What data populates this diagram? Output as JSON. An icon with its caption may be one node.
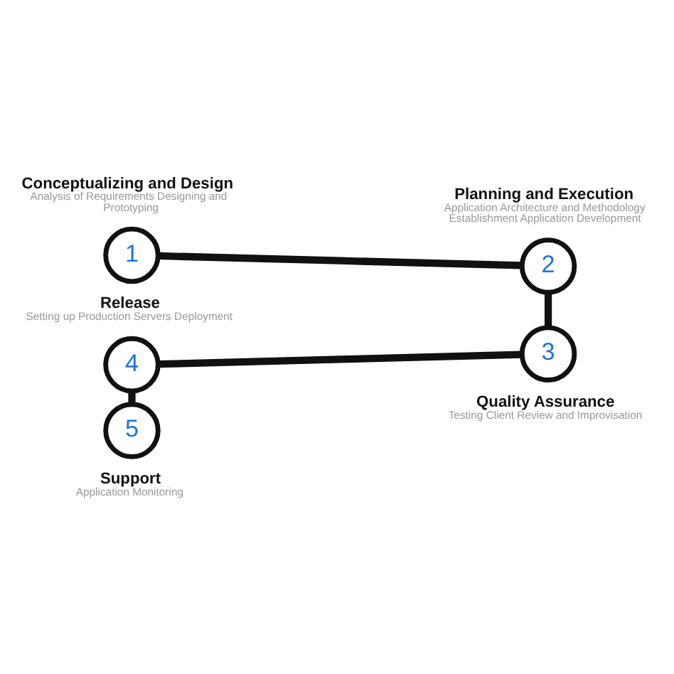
{
  "diagram": {
    "nodes": [
      {
        "text": [
          "1"
        ],
        "beside": [
          "Conceptualizing and Design",
          "Analysis of Requirements Designing and Prototyping"
        ]
      },
      {
        "text": [
          "2"
        ],
        "beside": [
          "Planning and Execution",
          "Application Architecture and Methodology Establishment Application Development"
        ]
      },
      {
        "text": [
          "3"
        ],
        "beside": [
          "Quality Assurance",
          "Testing Client Review and Improvisation"
        ]
      },
      {
        "text": [
          "4"
        ],
        "beside": [
          "Release",
          "Setting up Production Servers Deployment"
        ]
      },
      {
        "text": [
          "5"
        ],
        "beside": [
          "Support",
          "Application Monitoring"
        ]
      }
    ],
    "edges": [
      {
        "from": 0,
        "to": 1,
        "arrow": "none"
      },
      {
        "from": 1,
        "to": 2,
        "arrow": "none"
      },
      {
        "from": 2,
        "to": 3,
        "arrow": "none"
      },
      {
        "from": 3,
        "to": 4,
        "arrow": "none"
      }
    ]
  }
}
